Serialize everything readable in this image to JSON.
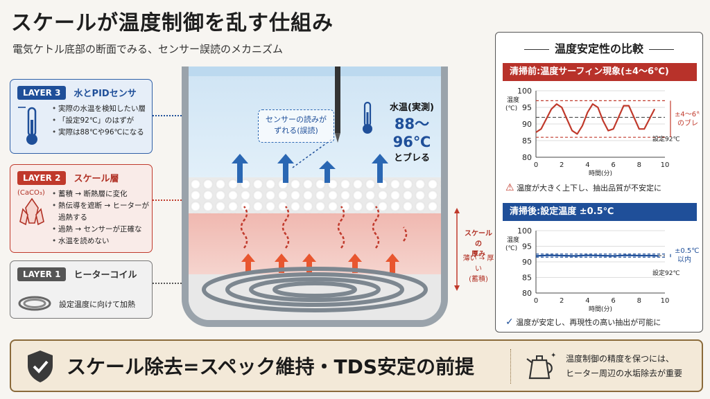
{
  "header": {
    "title": "スケールが温度制御を乱す仕組み",
    "subtitle": "電気ケトル底部の断面でみる、センサー誤読のメカニズム"
  },
  "layers": {
    "layer3": {
      "badge": "LAYER 3",
      "name": "水とPIDセンサー",
      "bullets": [
        "実際の水温を検知したい層",
        "「設定92℃」のはずが",
        "実際は88℃や96℃になる"
      ]
    },
    "layer2": {
      "badge": "LAYER 2",
      "name": "スケール層",
      "name_sub": "(CaCO₃)",
      "bullets": [
        "蓄積 → 断熱層に変化",
        "熱伝導を遮断 → ヒーターが過熱する",
        "過熱 → センサーが正確な",
        "水温を読めない"
      ]
    },
    "layer1": {
      "badge": "LAYER 1",
      "name": "ヒーターコイル",
      "desc": "設定温度に向けて加熱"
    }
  },
  "kettle": {
    "sensor_reading_line1": "センサーの読みが",
    "sensor_reading_line2": "ずれる(誤読)",
    "water_temp_label": "水温(実測)",
    "water_temp_value": "88〜96℃",
    "water_temp_note": "とブレる",
    "scale_thickness_label1": "スケールの",
    "scale_thickness_label2": "厚み",
    "scale_thickness_range1": "薄い → 厚い",
    "scale_thickness_range2": "(蓄積)"
  },
  "panel": {
    "title": "温度安定性の比較",
    "before_header": "清掃前:温度サーフィン現象(±4〜6℃)",
    "before_note": "温度が大きく上下し、抽出品質が不安定に",
    "after_header": "清掃後:設定温度 ±0.5℃",
    "after_note": "温度が安定し、再現性の高い抽出が可能に"
  },
  "chart_data": [
    {
      "type": "line",
      "ylabel_line1": "温度",
      "ylabel_line2": "(℃)",
      "xlabel": "時間(分)",
      "xlim": [
        0,
        10
      ],
      "ylim": [
        80,
        100
      ],
      "xticks": [
        0,
        2,
        4,
        6,
        8,
        10
      ],
      "yticks": [
        80,
        85,
        90,
        95,
        100
      ],
      "setpoint": 92,
      "setpoint_label": "設定92℃",
      "band": [
        86,
        97
      ],
      "band_label_line1": "±4〜6℃",
      "band_label_line2": "のブレ",
      "x": [
        0,
        0.4,
        0.8,
        1.2,
        1.6,
        2.0,
        2.4,
        2.8,
        3.2,
        3.6,
        4.0,
        4.4,
        4.8,
        5.2,
        5.6,
        6.0,
        6.4,
        6.8,
        7.2,
        7.6,
        8.0,
        8.4,
        8.8,
        9.2
      ],
      "y": [
        87.5,
        88.5,
        91.5,
        94.5,
        96.0,
        95.0,
        91.5,
        88.0,
        87.0,
        89.5,
        93.5,
        96.0,
        95.0,
        91.0,
        88.0,
        88.5,
        92.0,
        95.5,
        95.5,
        92.0,
        88.5,
        88.5,
        91.5,
        94.5
      ],
      "color": "#c0392b"
    },
    {
      "type": "line",
      "ylabel_line1": "温度",
      "ylabel_line2": "(℃)",
      "xlabel": "時間(分)",
      "xlim": [
        0,
        10
      ],
      "ylim": [
        80,
        100
      ],
      "xticks": [
        0,
        2,
        4,
        6,
        8,
        10
      ],
      "yticks": [
        80,
        85,
        90,
        95,
        100
      ],
      "setpoint": 92,
      "setpoint_label": "設定92℃",
      "band": [
        91.5,
        92.5
      ],
      "band_label_line1": "±0.5℃",
      "band_label_line2": "以内",
      "x": [
        0,
        1,
        2,
        3,
        4,
        5,
        6,
        7,
        8,
        9,
        9.5
      ],
      "y": [
        91.9,
        92.1,
        92.0,
        91.9,
        92.1,
        92.0,
        91.9,
        92.1,
        92.0,
        92.0,
        91.9
      ],
      "color": "#1f4f99"
    }
  ],
  "banner": {
    "main": "スケール除去=スペック維持・TDS安定の前提",
    "note_line1": "温度制御の精度を保つには、",
    "note_line2": "ヒーター周辺の水垢除去が重要"
  },
  "colors": {
    "blue": "#1f4f99",
    "red": "#c0392b",
    "brown": "#8a6a3a"
  },
  "icons": [
    "thermometer-icon",
    "crystal-icon",
    "coil-icon",
    "warning-icon",
    "check-circle-icon",
    "shield-check-icon",
    "kettle-icon"
  ]
}
